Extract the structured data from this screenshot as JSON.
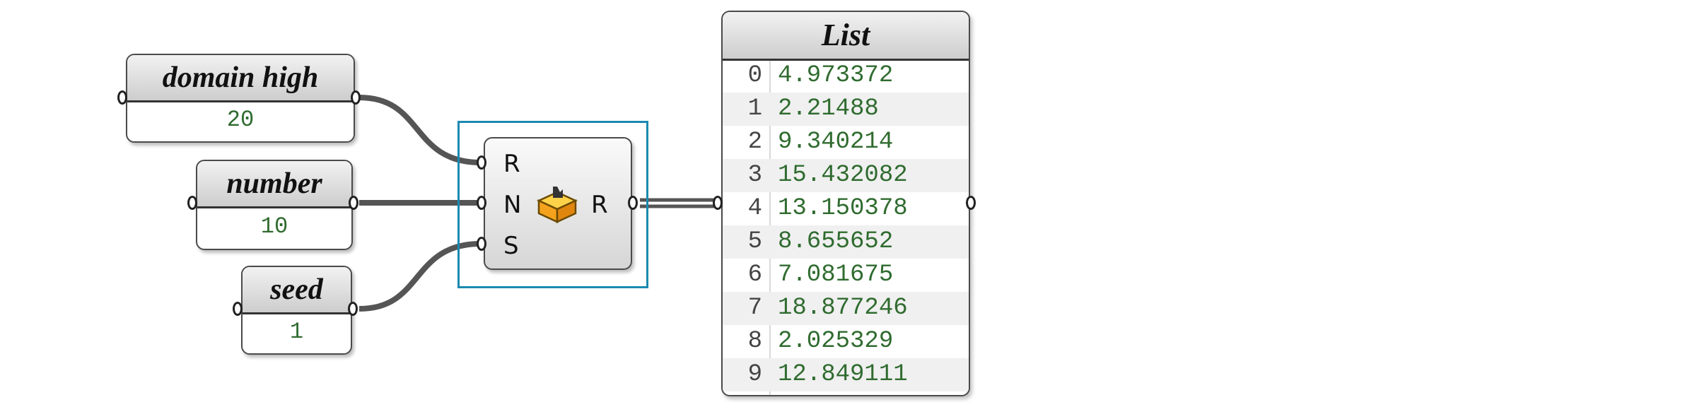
{
  "canvas": {
    "background": "#ffffff",
    "wire_color": "#555555",
    "selection_color": "#1a8ab0"
  },
  "inputs": [
    {
      "name": "domain high",
      "value": "20"
    },
    {
      "name": "number",
      "value": "10"
    },
    {
      "name": "seed",
      "value": "1"
    }
  ],
  "component": {
    "icon": "random-icon",
    "inputs": [
      "R",
      "N",
      "S"
    ],
    "output": "R"
  },
  "list_panel": {
    "title": "List",
    "rows": [
      {
        "index": "0",
        "value": "4.973372"
      },
      {
        "index": "1",
        "value": "2.21488"
      },
      {
        "index": "2",
        "value": "9.340214"
      },
      {
        "index": "3",
        "value": "15.432082"
      },
      {
        "index": "4",
        "value": "13.150378"
      },
      {
        "index": "5",
        "value": "8.655652"
      },
      {
        "index": "6",
        "value": "7.081675"
      },
      {
        "index": "7",
        "value": "18.877246"
      },
      {
        "index": "8",
        "value": "2.025329"
      },
      {
        "index": "9",
        "value": "12.849111"
      }
    ]
  }
}
